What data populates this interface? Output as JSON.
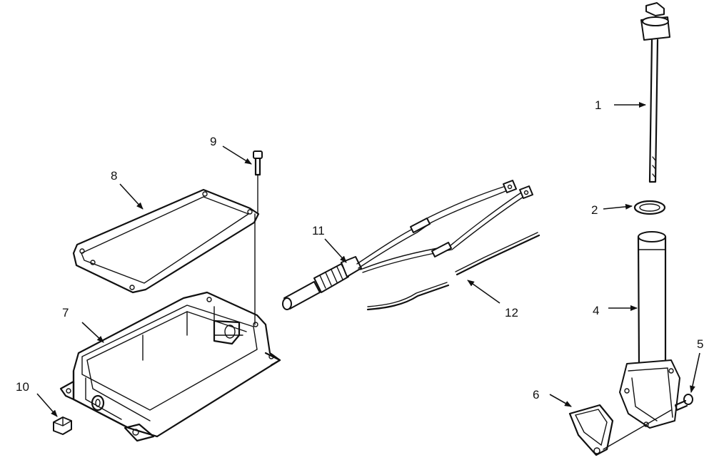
{
  "callouts": [
    {
      "id": "1",
      "label": "1"
    },
    {
      "id": "2",
      "label": "2"
    },
    {
      "id": "4",
      "label": "4"
    },
    {
      "id": "5",
      "label": "5"
    },
    {
      "id": "6",
      "label": "6"
    },
    {
      "id": "7",
      "label": "7"
    },
    {
      "id": "8",
      "label": "8"
    },
    {
      "id": "9",
      "label": "9"
    },
    {
      "id": "10",
      "label": "10"
    },
    {
      "id": "11",
      "label": "11"
    },
    {
      "id": "12",
      "label": "12"
    }
  ]
}
